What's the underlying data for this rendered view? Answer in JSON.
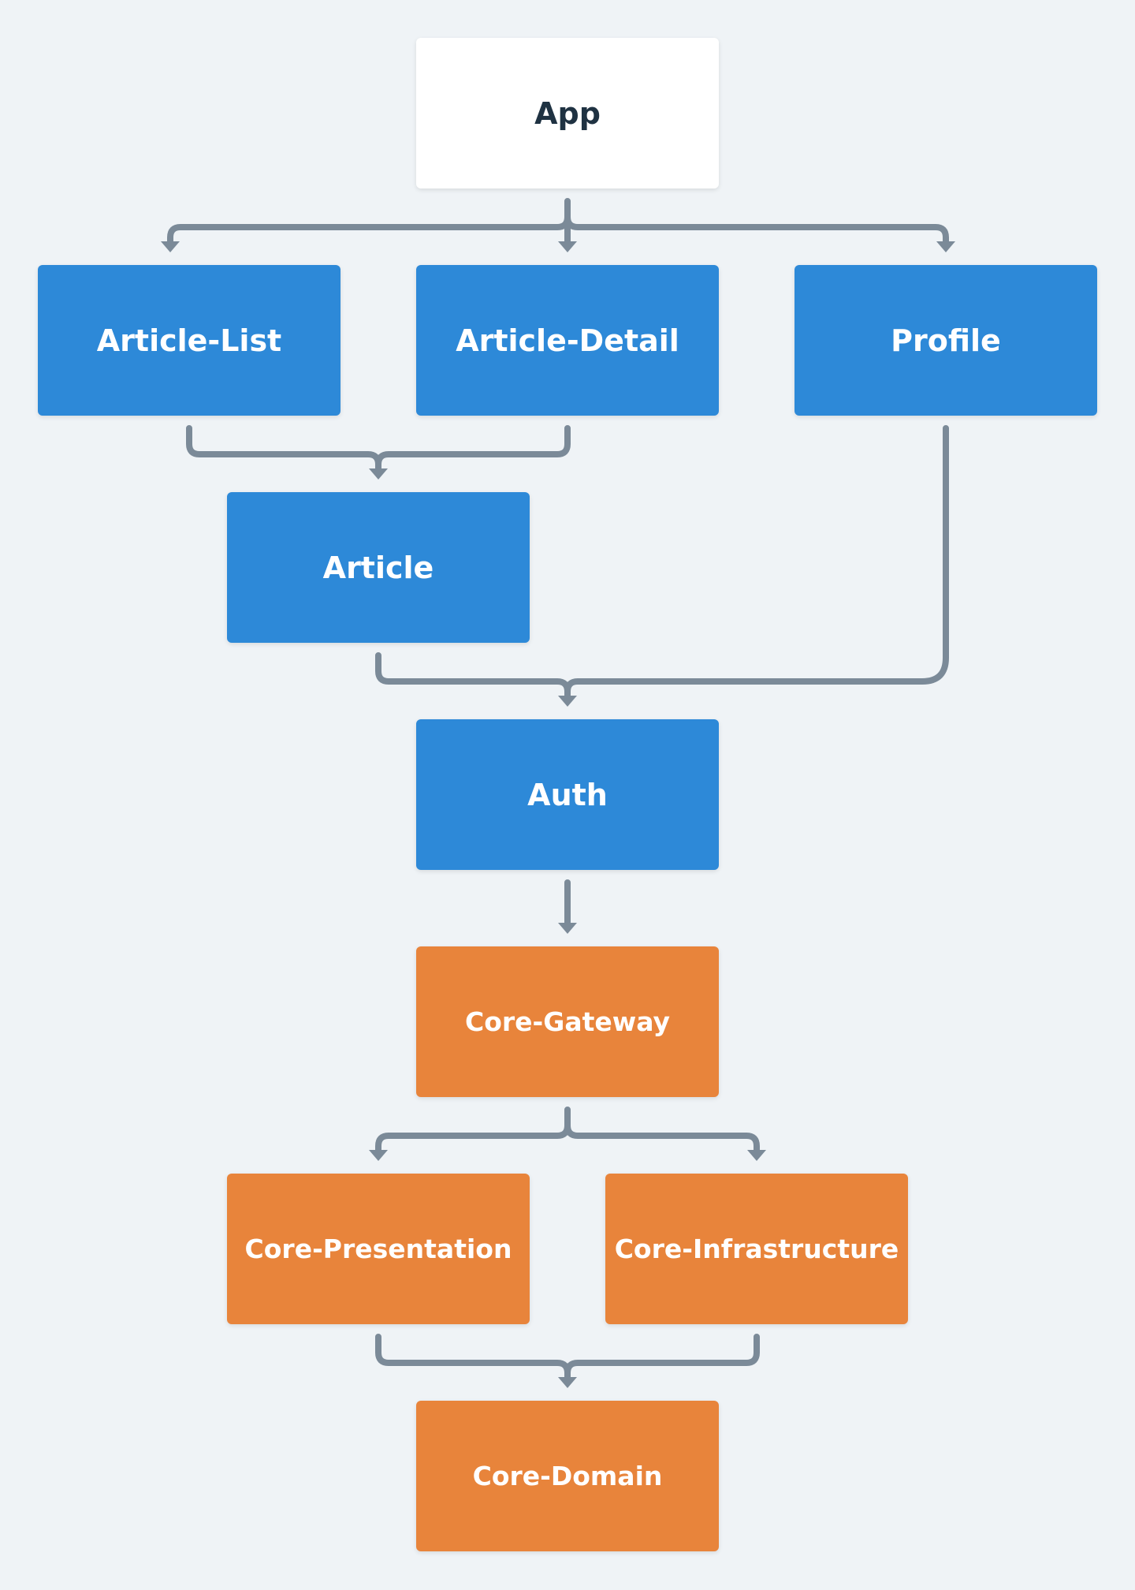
{
  "nodes": {
    "app": "App",
    "article_list": "Article-List",
    "article_detail": "Article-Detail",
    "profile": "Profile",
    "article": "Article",
    "auth": "Auth",
    "core_gateway": "Core-Gateway",
    "core_presentation": "Core-Presentation",
    "core_infrastructure": "Core-Infrastructure",
    "core_domain": "Core-Domain"
  },
  "colors": {
    "background": "#eff3f6",
    "app_node": "#ffffff",
    "feature_node": "#2d89d8",
    "core_node": "#e8843b",
    "edge": "#7b8a98"
  },
  "edges": [
    [
      "App",
      "Article-List"
    ],
    [
      "App",
      "Article-Detail"
    ],
    [
      "App",
      "Profile"
    ],
    [
      "Article-List",
      "Article"
    ],
    [
      "Article-Detail",
      "Article"
    ],
    [
      "Article",
      "Auth"
    ],
    [
      "Profile",
      "Auth"
    ],
    [
      "Auth",
      "Core-Gateway"
    ],
    [
      "Core-Gateway",
      "Core-Presentation"
    ],
    [
      "Core-Gateway",
      "Core-Infrastructure"
    ],
    [
      "Core-Presentation",
      "Core-Domain"
    ],
    [
      "Core-Infrastructure",
      "Core-Domain"
    ]
  ]
}
